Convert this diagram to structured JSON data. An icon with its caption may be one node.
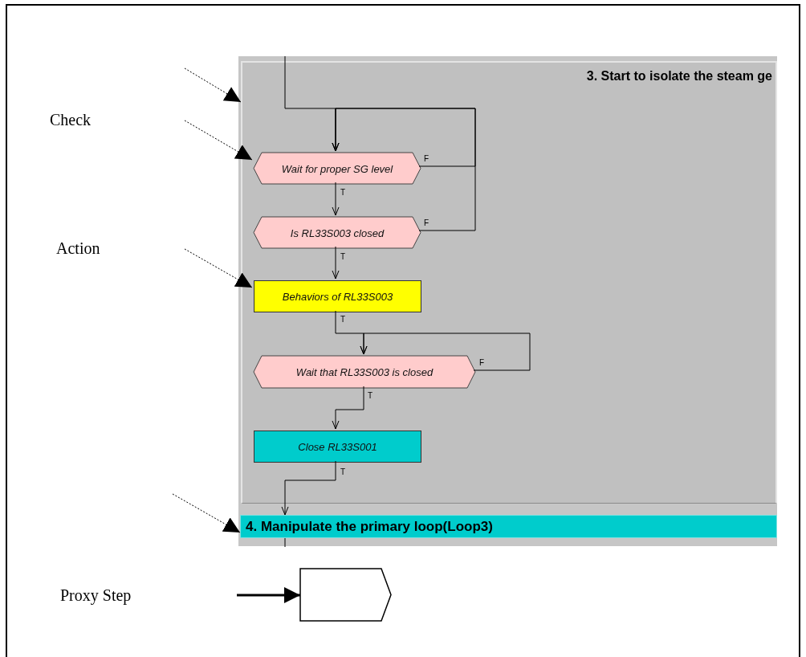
{
  "diagram": {
    "nodes": [
      {
        "text": [
          "3. Start to isolate the steam ge"
        ]
      },
      {
        "text": [
          "Wait for proper SG level"
        ],
        "in": 0
      },
      {
        "text": [
          "Is RL33S003 closed"
        ],
        "in": 0
      },
      {
        "text": [
          "Behaviors of RL33S003"
        ],
        "in": 0
      },
      {
        "text": [
          "Wait that RL33S003 is closed"
        ],
        "in": 0
      },
      {
        "text": [
          "Close RL33S001"
        ],
        "in": 0
      },
      {
        "text": [
          "4. Manipulate the primary loop(Loop3)"
        ]
      },
      {
        "text": [],
        "shape": "pentagon"
      }
    ],
    "edges": [
      {
        "from": null,
        "to": 1,
        "arrow": "to"
      },
      {
        "from": 1,
        "to": 2,
        "arrow": "to",
        "label": "T"
      },
      {
        "from": 1,
        "to": 1,
        "arrow": "to",
        "label": "F"
      },
      {
        "from": 2,
        "to": 1,
        "arrow": "to",
        "label": "F"
      },
      {
        "from": 2,
        "to": 3,
        "arrow": "to",
        "label": "T"
      },
      {
        "from": 3,
        "to": 4,
        "arrow": "to",
        "label": "T"
      },
      {
        "from": 4,
        "to": 4,
        "arrow": "to",
        "label": "F"
      },
      {
        "from": 4,
        "to": 5,
        "arrow": "to",
        "label": "T"
      },
      {
        "from": 5,
        "to": 6,
        "arrow": "to",
        "label": "T"
      },
      {
        "from": 6,
        "to": null,
        "arrow": "none"
      },
      {
        "from": null,
        "to": 7,
        "arrow": "to",
        "style": "thick"
      },
      {
        "from": null,
        "to": 0,
        "arrow": "to",
        "style": "dashed"
      },
      {
        "from": null,
        "to": 1,
        "arrow": "to",
        "style": "dashed"
      },
      {
        "from": null,
        "to": 3,
        "arrow": "to",
        "style": "dashed"
      },
      {
        "from": null,
        "to": 6,
        "arrow": "to",
        "style": "dashed"
      }
    ],
    "labels": [
      "Check",
      "Action",
      "Proxy Step"
    ]
  }
}
